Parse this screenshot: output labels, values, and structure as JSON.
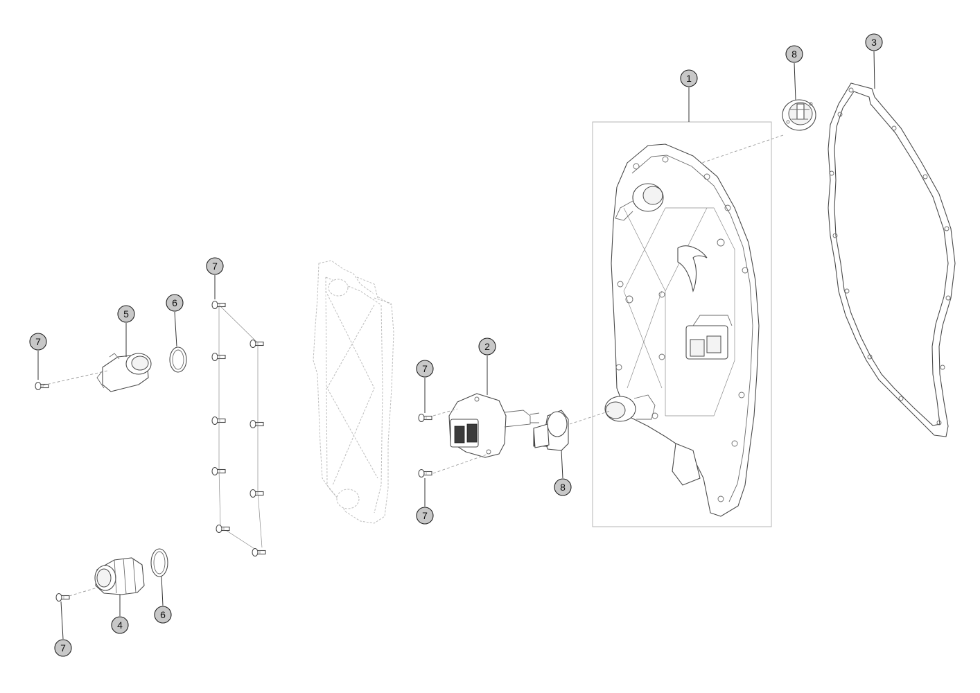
{
  "callouts": [
    {
      "id": "c1",
      "label": "1"
    },
    {
      "id": "c2",
      "label": "2"
    },
    {
      "id": "c3",
      "label": "3"
    },
    {
      "id": "c4",
      "label": "4"
    },
    {
      "id": "c5",
      "label": "5"
    },
    {
      "id": "c6a",
      "label": "6"
    },
    {
      "id": "c6b",
      "label": "6"
    },
    {
      "id": "c7a",
      "label": "7"
    },
    {
      "id": "c7b",
      "label": "7"
    },
    {
      "id": "c7c",
      "label": "7"
    },
    {
      "id": "c7d",
      "label": "7"
    },
    {
      "id": "c7e",
      "label": "7"
    },
    {
      "id": "c8a",
      "label": "8"
    },
    {
      "id": "c8b",
      "label": "8"
    }
  ]
}
